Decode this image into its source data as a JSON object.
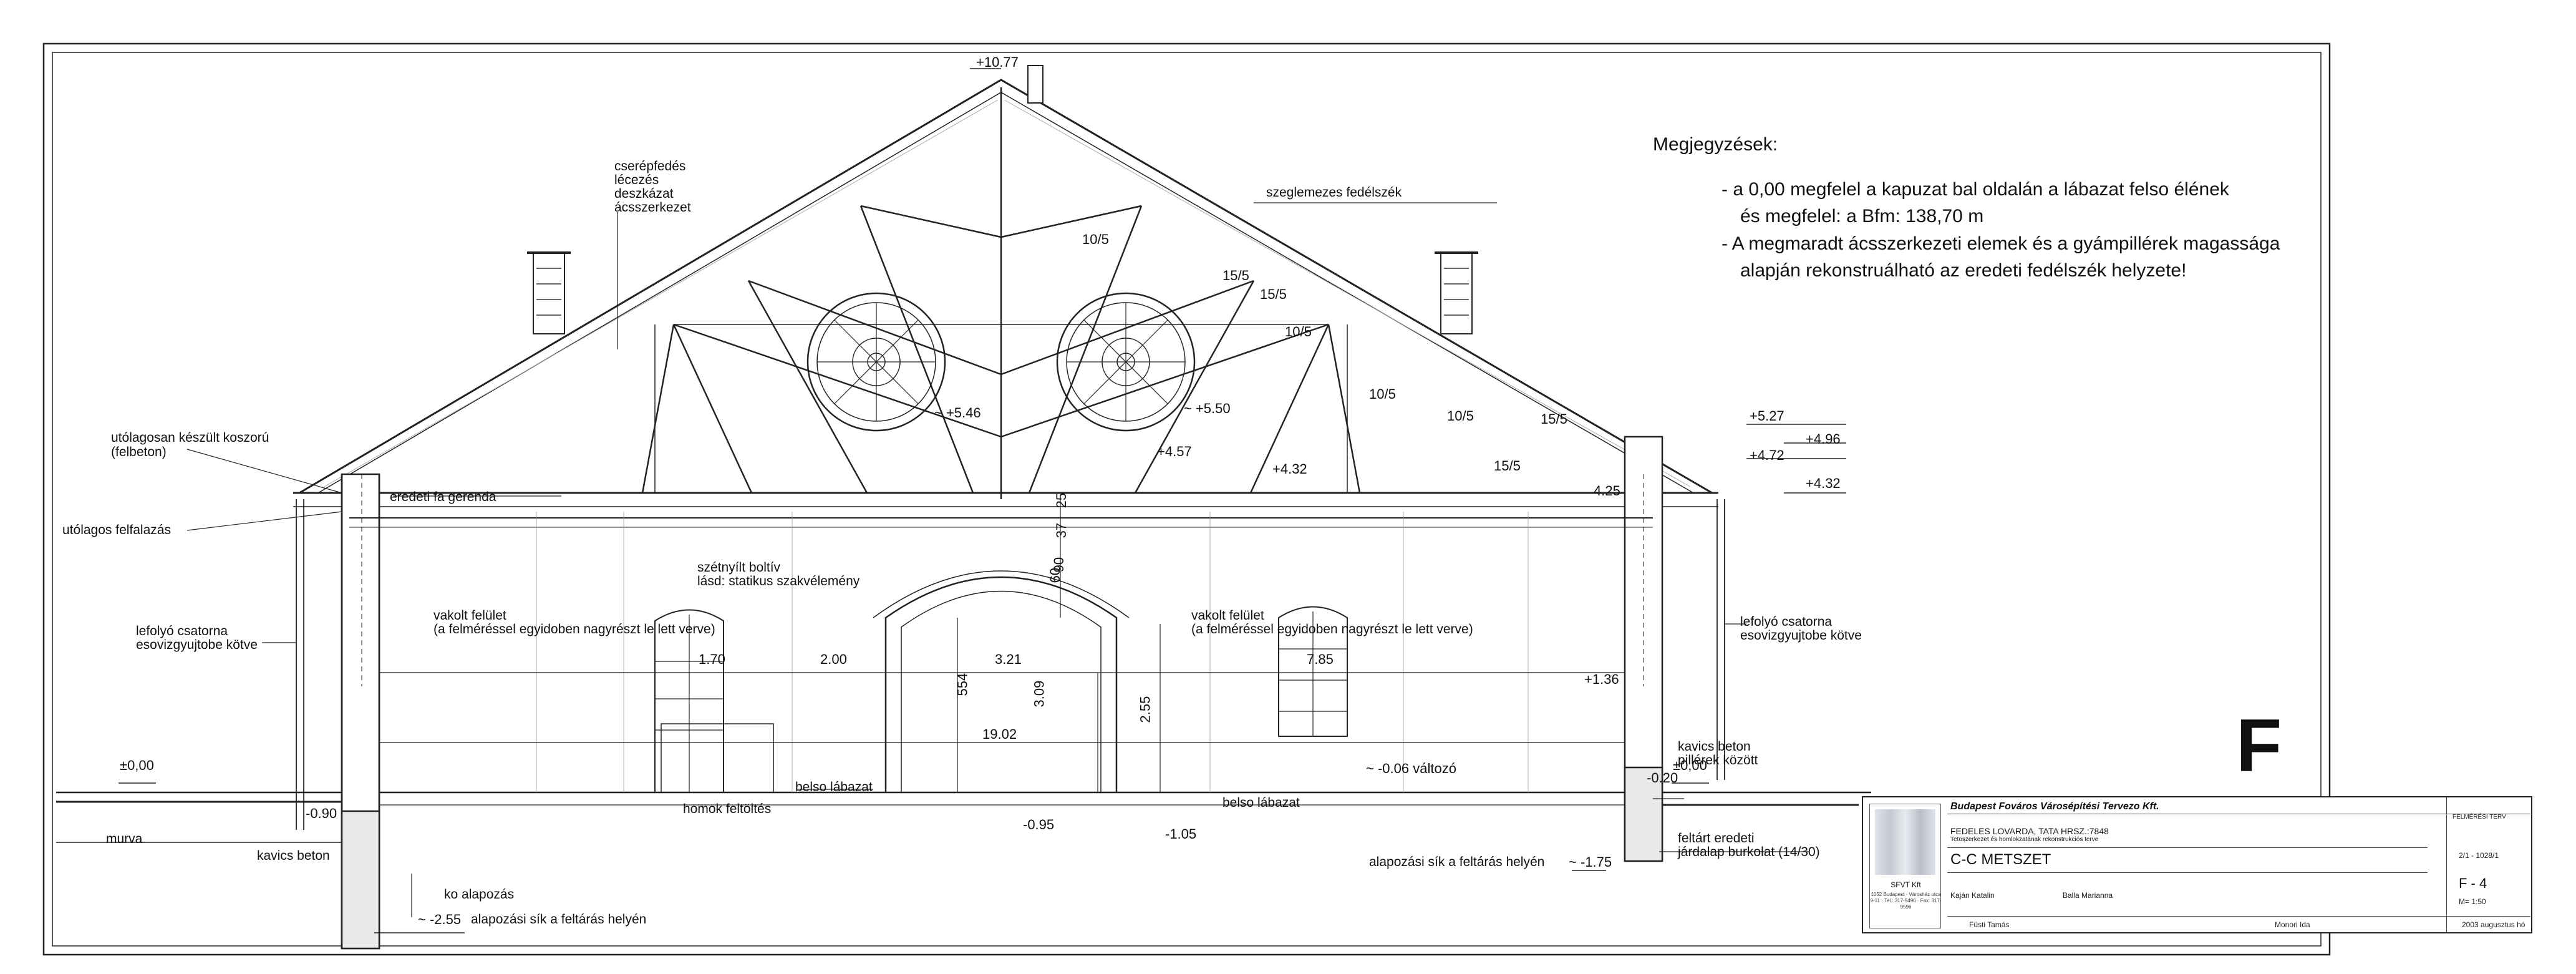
{
  "notes": {
    "heading": "Megjegyzések:",
    "line1": "- a 0,00 megfelel a kapuzat bal oldalán a lábazat felso élének",
    "line1b": "és megfelel: a   Bfm: 138,70 m",
    "line2": "- A megmaradt ácsszerkezeti elemek és a gyámpillérek magassága",
    "line2b": "alapján rekonstruálható az eredeti fedélszék helyzete!"
  },
  "sheet_letter": "F",
  "elevations": {
    "ridge": "+10.77",
    "e546": "~ +5.46",
    "e550": "~ +5.50",
    "e457": "+4.57",
    "e432a": "+4.32",
    "e425": "4.25",
    "e527": "+5.27",
    "e472": "+4.72",
    "e496": "+4.96",
    "e432b": "+4.32",
    "e136": "+1.36",
    "zeroL": "±0,00",
    "zeroR": "±0,00",
    "m090": "-0.90",
    "m095": "-0.95",
    "m105": "-1.05",
    "m020": "-0.20",
    "m175": "~ -1.75",
    "m255": "~ -2.55",
    "m006": "~ -0.06 változó"
  },
  "timber": [
    "10/5",
    "15/5",
    "15/5",
    "10/5",
    "10/5",
    "10/5",
    "15/5",
    "15/5"
  ],
  "dims": {
    "d170": "1.70",
    "d200": "2.00",
    "d321": "3.21",
    "d785": "7.85",
    "d554": "554",
    "d309": "3.09",
    "d255": "2.55",
    "d1902": "19.02",
    "d60": "60",
    "d90": "90",
    "d37": "37",
    "d25": "25"
  },
  "labels": {
    "roof1": "cserépfedés",
    "roof2": "lécezés",
    "roof3": "deszkázat",
    "roof4": "ácsszerkezet",
    "truss": "szeglemezes fedélszék",
    "ring1": "utólagosan készült koszorú",
    "ring2": "(felbeton)",
    "beam": "eredeti fa gerenda",
    "wall": "utólagos felfalazás",
    "drainL1": "lefolyó csatorna",
    "drainL2": "esovizgyujtobe kötve",
    "drainR1": "lefolyó csatorna",
    "drainR2": "esovizgyujtobe kötve",
    "vault1": "szétnyílt boltív",
    "vault2": "lásd: statikus szakvélemény",
    "plasterL1": "vakolt felület",
    "plasterL2": "(a felméréssel egyidoben nagyrészt le lett verve)",
    "plasterR1": "vakolt felület",
    "plasterR2": "(a felméréssel egyidoben nagyrészt le lett verve)",
    "plinthIn1": "belso lábazat",
    "plinthIn2": "belso lábazat",
    "sandfill": "homok feltöltés",
    "gravel": "murva",
    "gravelconc": "kavics beton",
    "kavicsR1": "kavics beton",
    "kavicsR2": "pillérek között",
    "stonefound": "ko alapozás",
    "foundL": "alapozási sík a feltárás helyén",
    "foundR": "alapozási sík a feltárás helyén",
    "paving1": "feltárt eredeti",
    "paving2": "járdalap burkolat (14/30)"
  },
  "titleblock": {
    "firm": "SFVT Kft",
    "firm_small": "1052 Budapest · Városház utca 9-11 · Tel.: 317-5490 · Fax: 317-9596",
    "bureau": "Budapest Fováros Városépítési Tervezo Kft.",
    "project": "FEDELES LOVARDA, TATA HRSZ.:7848",
    "project_sub": "Tetoszerkezet és homlokzatának rekonstrukciós terve",
    "section": "C-C METSZET",
    "designer1": "Kaján Katalin",
    "designer2": "Balla Marianna",
    "head": "Füsti Tamás",
    "checked": "Monori Ida",
    "code": "F - 4",
    "scale": "M= 1:50",
    "date": "2003 augusztus hó",
    "phase": "FELMÉRÉSI TERV",
    "number": "2/1 - 1028/1"
  }
}
